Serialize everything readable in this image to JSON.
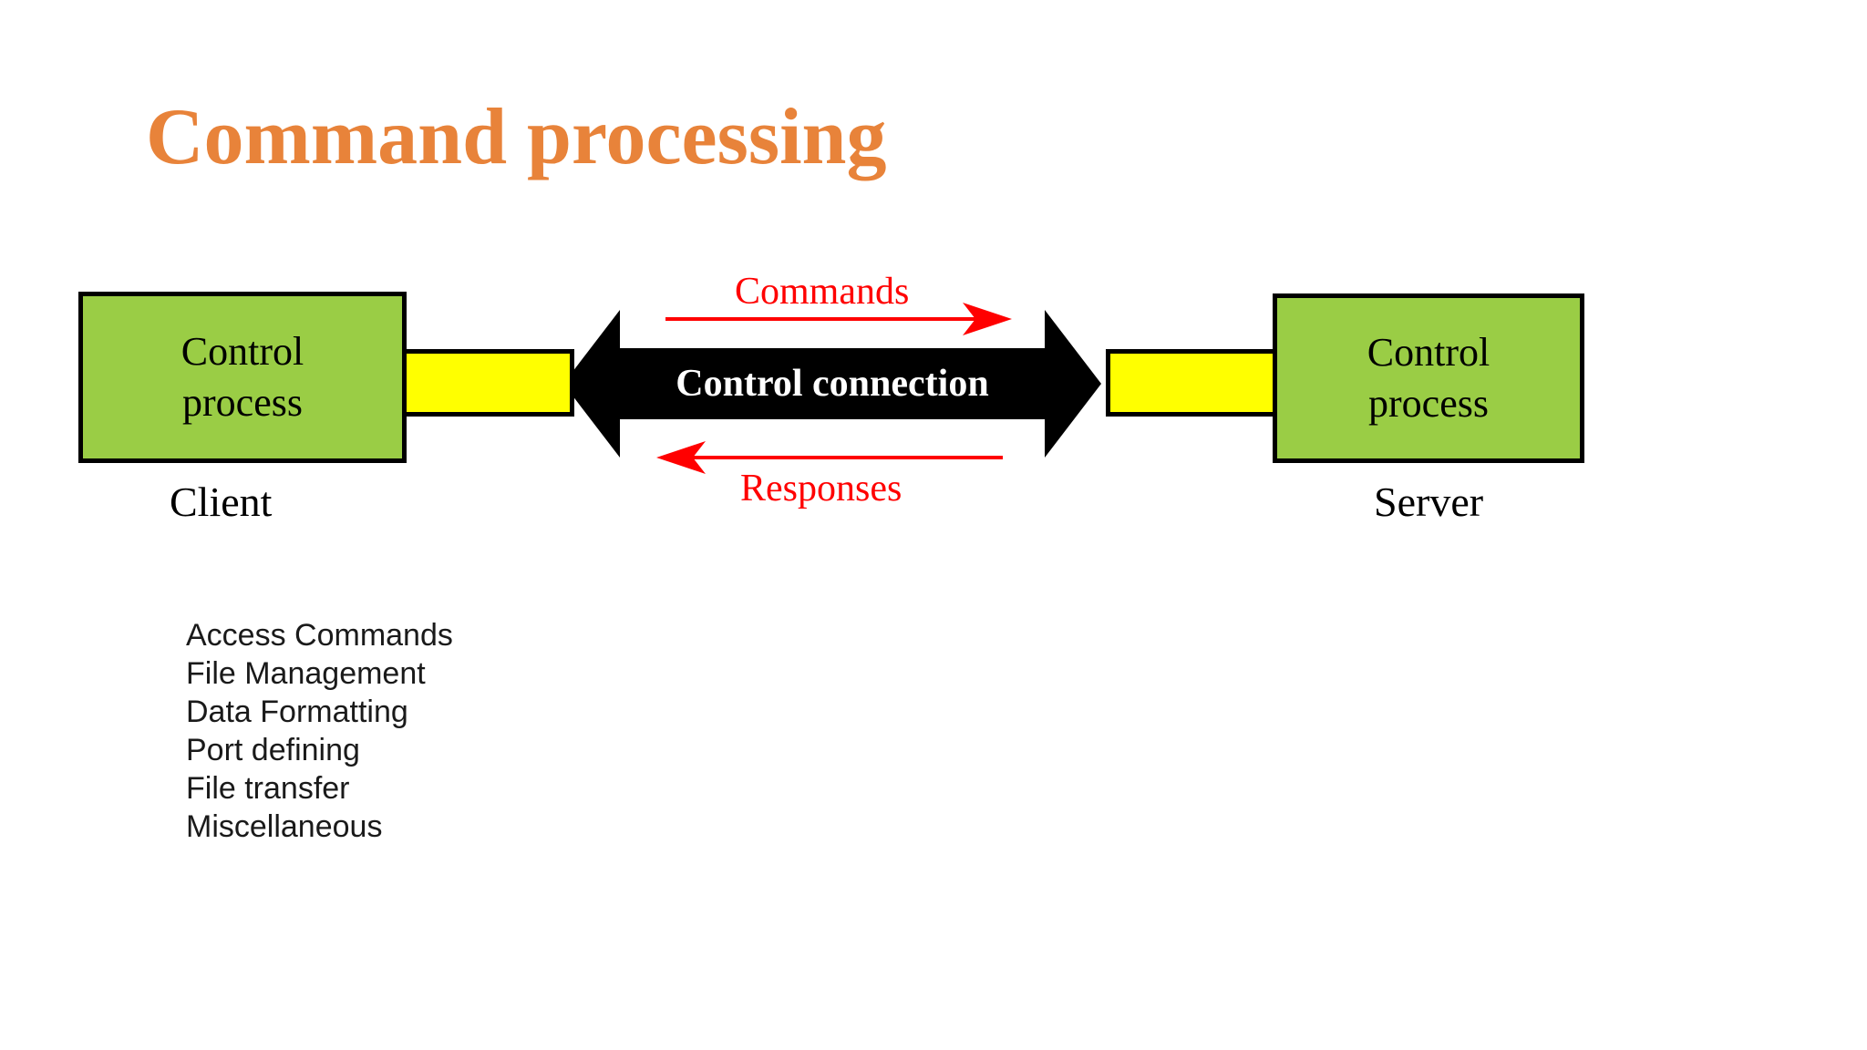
{
  "slide": {
    "title": "Command processing",
    "title_color": "#E8833A",
    "background_color": "#FFFFFF"
  },
  "diagram": {
    "client": {
      "box_label_line1": "Control",
      "box_label_line2": "process",
      "caption": "Client",
      "box_color": "#9ACD45",
      "connector_color": "#FFFF00"
    },
    "server": {
      "box_label_line1": "Control",
      "box_label_line2": "process",
      "caption": "Server",
      "box_color": "#9ACD45",
      "connector_color": "#FFFF00"
    },
    "connection": {
      "label": "Control connection",
      "arrow_color": "#000000",
      "label_color": "#FFFFFF",
      "direction": "bidirectional"
    },
    "flows": [
      {
        "label": "Commands",
        "direction": "right",
        "color": "#FF0000",
        "icon": "arrow-right-icon"
      },
      {
        "label": "Responses",
        "direction": "left",
        "color": "#FF0000",
        "icon": "arrow-left-icon"
      }
    ]
  },
  "command_categories": {
    "items": [
      "Access Commands",
      "File Management",
      "Data Formatting",
      "Port defining",
      "File transfer",
      "Miscellaneous"
    ]
  }
}
